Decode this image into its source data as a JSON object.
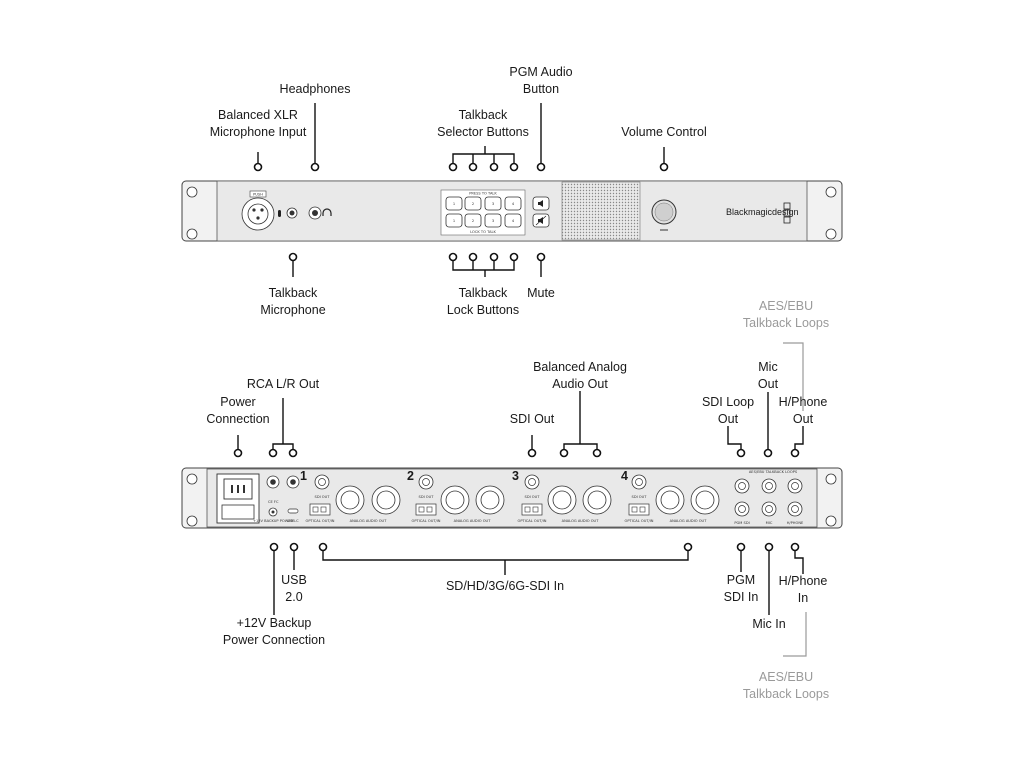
{
  "labels": {
    "balanced_xlr_1": "Balanced XLR",
    "balanced_xlr_2": "Microphone Input",
    "headphones": "Headphones",
    "pgm_audio_1": "PGM Audio",
    "pgm_audio_2": "Button",
    "talkback_selector_1": "Talkback",
    "talkback_selector_2": "Selector Buttons",
    "volume_control": "Volume Control",
    "talkback_mic_1": "Talkback",
    "talkback_mic_2": "Microphone",
    "talkback_lock_1": "Talkback",
    "talkback_lock_2": "Lock Buttons",
    "mute": "Mute",
    "aes_top_1": "AES/EBU",
    "aes_top_2": "Talkback Loops",
    "mic_out_1": "Mic",
    "mic_out_2": "Out",
    "rca_out": "RCA L/R Out",
    "balanced_analog_1": "Balanced Analog",
    "balanced_analog_2": "Audio Out",
    "power_1": "Power",
    "power_2": "Connection",
    "sdi_out": "SDI Out",
    "sdi_loop_1": "SDI Loop",
    "sdi_loop_2": "Out",
    "hphone_out_1": "H/Phone",
    "hphone_out_2": "Out",
    "usb_1": "USB",
    "usb_2": "2.0",
    "sdi_in": "SD/HD/3G/6G-SDI In",
    "pgm_sdi_1": "PGM",
    "pgm_sdi_2": "SDI In",
    "hphone_in_1": "H/Phone",
    "hphone_in_2": "In",
    "mic_in": "Mic In",
    "backup_1": "+12V Backup",
    "backup_2": "Power Connection",
    "aes_bottom_1": "AES/EBU",
    "aes_bottom_2": "Talkback Loops"
  },
  "front_panel": {
    "brand": "Blackmagicdesign",
    "push_label": "PUSH",
    "press_to_talk": "PRESS TO TALK",
    "lock_to_talk": "LOCK TO TALK",
    "buttons_top": [
      "1",
      "2",
      "3",
      "4"
    ],
    "buttons_bottom": [
      "1",
      "2",
      "3",
      "4"
    ]
  },
  "rear_panel": {
    "channel_numbers": [
      "1",
      "2",
      "3",
      "4"
    ],
    "sdi_out_tag": "SDI OUT",
    "optical_tag": "OPTICAL OUT/IN",
    "analog_tag": "ANALOG AUDIO OUT",
    "pgm_tag": "PGM SDI",
    "mic_tag": "MIC",
    "hphone_tag": "H/PHONE",
    "talkback_tag": "AES/EBU TALKBACK LOOPS",
    "backup_tag": "+12V BACKUP POWER",
    "usb_tag": "USB-C",
    "cert_marks": "CE FC"
  },
  "colors": {
    "line": "#111111",
    "grey_label": "#9a9a9a",
    "panel": "#f2f2f2"
  }
}
